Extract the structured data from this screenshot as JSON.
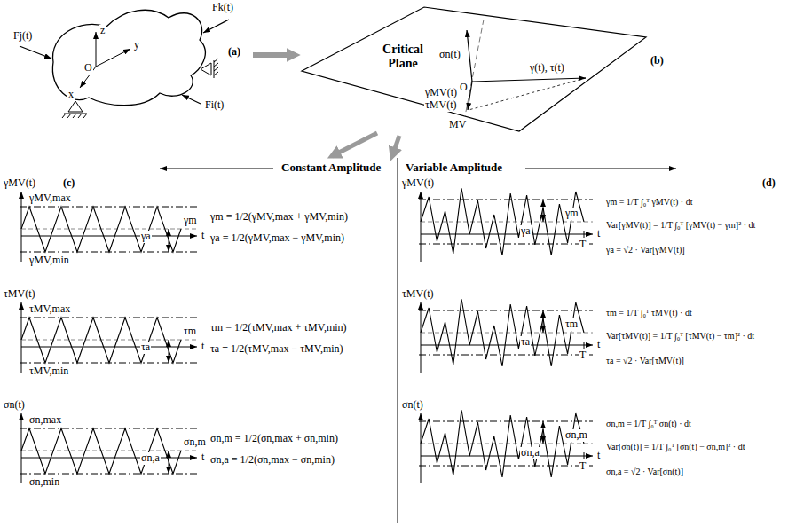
{
  "diagram": {
    "nodes": [
      {
        "text": [
          "(a)",
          "z",
          "y",
          "O",
          "x"
        ]
      },
      {
        "text": [
          "Critical Plane",
          "σn(t)",
          "O",
          "γ(t), τ(t)",
          "γMV(t)",
          "τMV(t)",
          "MV",
          "(b)"
        ]
      }
    ],
    "edges": [
      {
        "from": 0,
        "to": 1,
        "arrow": "to"
      }
    ],
    "labels": [
      "Fj(t)",
      "Fk(t)",
      "Fi(t)",
      "Constant Amplitude",
      "Variable Amplitude",
      "(c)",
      "(d)",
      "γMV(t)",
      "γMV,max",
      "γm",
      "γa",
      "γMV,min",
      "t",
      "γm = 1/2(γMV,max + γMV,min)",
      "γa = 1/2(γMV,max − γMV,min)",
      "τMV(t)",
      "τMV,max",
      "τm",
      "τa",
      "τMV,min",
      "t",
      "τm = 1/2(τMV,max + τMV,min)",
      "τa = 1/2(τMV,max − τMV,min)",
      "σn(t)",
      "σn,max",
      "σn,m",
      "σn,a",
      "σn,min",
      "t",
      "σn,m = 1/2(σn,max + σn,min)",
      "σn,a = 1/2(σn,max − σn,min)",
      "γMV(t)",
      "γm",
      "γa",
      "T",
      "t",
      "γm = 1/T ∫₀ᵀ γMV(t) · dt",
      "Var[γMV(t)] = 1/T ∫₀ᵀ [γMV(t) − γm]² · dt",
      "γa = √2 · Var[γMV(t)]",
      "τMV(t)",
      "τm",
      "τa",
      "T",
      "t",
      "τm = 1/T ∫₀ᵀ τMV(t) · dt",
      "Var[τMV(t)] = 1/T ∫₀ᵀ [τMV(t) − τm]² · dt",
      "τa = √2 · Var[τMV(t)]",
      "σn(t)",
      "σn,m",
      "σn,a",
      "T",
      "t",
      "σn,m = 1/T ∫₀ᵀ σn(t) · dt",
      "Var[σn(t)] = 1/T ∫₀ᵀ [σn(t) − σn,m]² · dt",
      "σn,a = √2 · Var[σn(t)]"
    ]
  }
}
